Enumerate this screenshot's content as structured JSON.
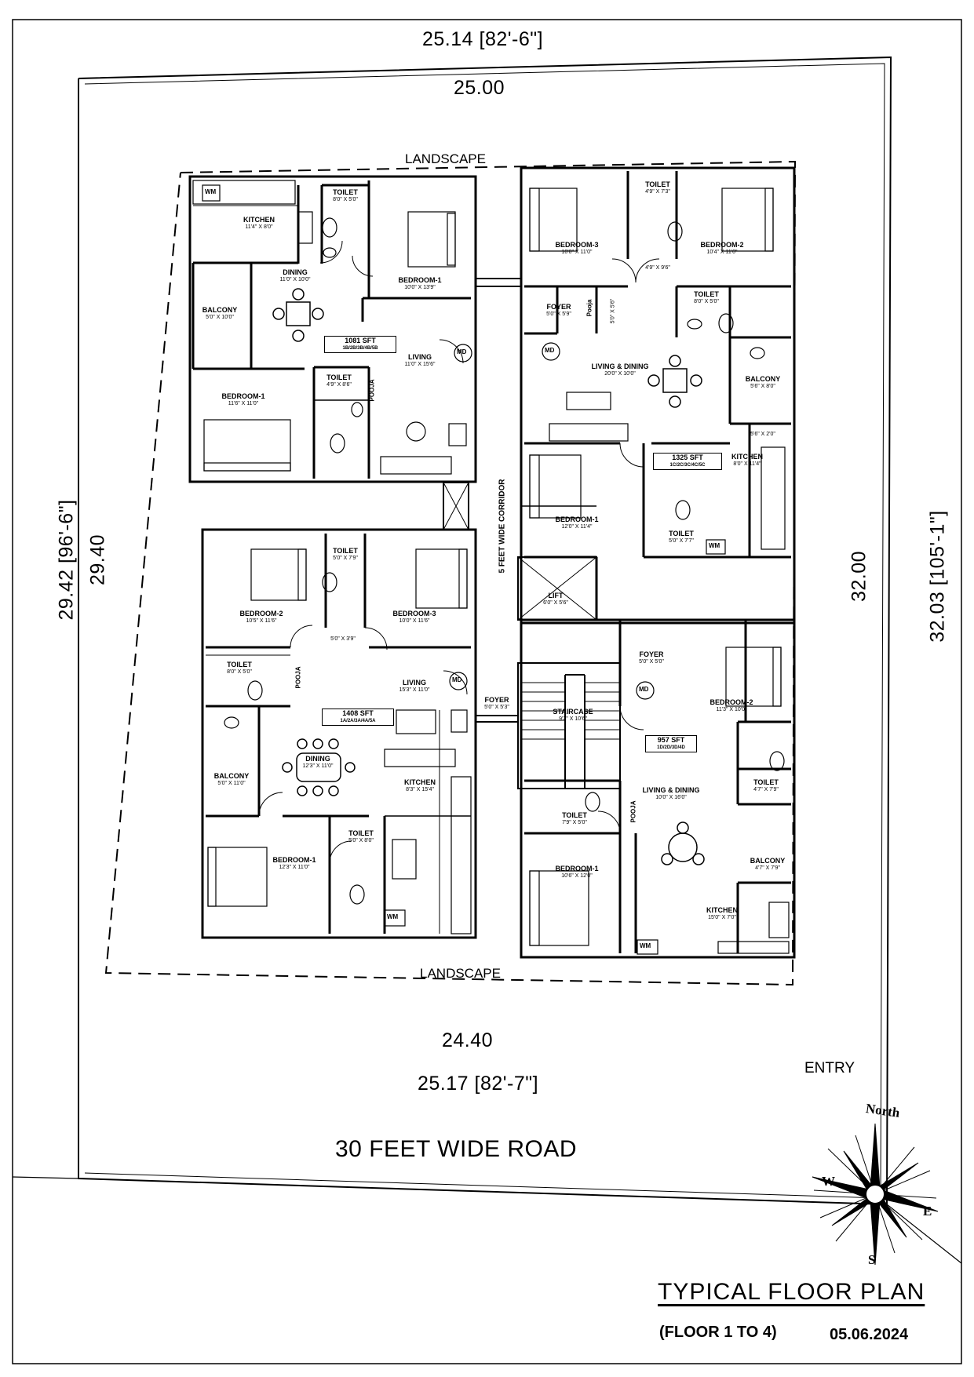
{
  "site": {
    "top_outer_dim": "25.14 [82'-6\"]",
    "top_inner_dim": "25.00",
    "bottom_inner_dim": "24.40",
    "bottom_outer_dim": "25.17 [82'-7\"]",
    "left_outer_dim": "29.42 [96'-6\"]",
    "left_inner_dim": "29.40",
    "right_inner_dim": "32.00",
    "right_outer_dim": "32.03 [105'-1\"]",
    "landscape_top": "LANDSCAPE",
    "landscape_bottom": "LANDSCAPE",
    "entry": "ENTRY",
    "road": "30 FEET WIDE ROAD",
    "corridor": "5 FEET WIDE CORRIDOR"
  },
  "compass": {
    "north": "North",
    "west": "W",
    "east": "E",
    "south": "S"
  },
  "title": {
    "main": "TYPICAL FLOOR PLAN",
    "floors": "(FLOOR 1 TO 4)",
    "date": "05.06.2024"
  },
  "units": {
    "b": {
      "area": "1081 SFT",
      "codes": "1B/2B/3B/4B/5B"
    },
    "c": {
      "area": "1325 SFT",
      "codes": "1C/2C/3C/4C/5C"
    },
    "a": {
      "area": "1408 SFT",
      "codes": "1A/2A/3A/4A/5A"
    },
    "d": {
      "area": "957 SFT",
      "codes": "1D/2D/3D/4D"
    }
  },
  "rooms": {
    "b_kitchen": {
      "name": "KITCHEN",
      "size": "11'4\" X 8'0\""
    },
    "b_toilet1": {
      "name": "TOILET",
      "size": "8'0\" X 5'0\""
    },
    "b_dining": {
      "name": "DINING",
      "size": "11'0\" X 10'0\""
    },
    "b_bed1": {
      "name": "BEDROOM-1",
      "size": "10'0\" X 13'9\""
    },
    "b_balcony": {
      "name": "BALCONY",
      "size": "5'0\" X 10'0\""
    },
    "b_living": {
      "name": "LIVING",
      "size": "11'0\" X 15'6\""
    },
    "b_toilet2": {
      "name": "TOILET",
      "size": "4'9\" X 8'6\""
    },
    "b_bed2": {
      "name": "BEDROOM-1",
      "size": "11'6\" X 11'0\""
    },
    "c_bed3": {
      "name": "BEDROOM-3",
      "size": "10'0\" X 11'0\""
    },
    "c_toilet1": {
      "name": "TOILET",
      "size": "4'9\" X 7'3\""
    },
    "c_bed2": {
      "name": "BEDROOM-2",
      "size": "10'4\" X 11'0\""
    },
    "c_lobby": {
      "size": "4'9\" X 9'6\""
    },
    "c_foyer": {
      "name": "FOYER",
      "size": "5'0\" X 5'9\""
    },
    "c_pooja": {
      "name": "Pooja",
      "size": "5'0\" X 5'6\""
    },
    "c_toilet2": {
      "name": "TOILET",
      "size": "8'0\" X 5'0\""
    },
    "c_living": {
      "name": "LIVING & DINING",
      "size": "20'0\" X 10'0\""
    },
    "c_balcony": {
      "name": "BALCONY",
      "size": "5'6\" X 8'0\""
    },
    "c_util": {
      "size": "5'6\" X 2'0\""
    },
    "c_kitchen": {
      "name": "KITCHEN",
      "size": "8'0\" X 11'4\""
    },
    "c_bed1": {
      "name": "BEDROOM-1",
      "size": "12'0\" X 11'4\""
    },
    "c_toilet3": {
      "name": "TOILET",
      "size": "5'0\" X 7'7\""
    },
    "lift": {
      "name": "LIFT",
      "size": "6'0\" X 5'6\""
    },
    "a_bed2": {
      "name": "BEDROOM-2",
      "size": "10'5\" X 11'6\""
    },
    "a_toilet1": {
      "name": "TOILET",
      "size": "5'0\" X 7'9\""
    },
    "a_bed3": {
      "name": "BEDROOM-3",
      "size": "10'0\" X 11'6\""
    },
    "a_lobby": {
      "size": "5'0\" X 3'9\""
    },
    "a_toilet2": {
      "name": "TOILET",
      "size": "8'0\" X 5'0\""
    },
    "a_pooja": {
      "name": "POOJA"
    },
    "a_living": {
      "name": "LIVING",
      "size": "15'3\" X 11'0\""
    },
    "a_dining": {
      "name": "DINING",
      "size": "12'3\" X 11'0\""
    },
    "a_balcony": {
      "name": "BALCONY",
      "size": "5'0\" X 11'0\""
    },
    "a_kitchen": {
      "name": "KITCHEN",
      "size": "8'3\" X 15'4\""
    },
    "a_toilet3": {
      "name": "TOILET",
      "size": "5'0\" X 8'0\""
    },
    "a_bed1": {
      "name": "BEDROOM-1",
      "size": "12'3\" X 11'0\""
    },
    "a_foyer": {
      "name": "FOYER",
      "size": "5'0\" X 5'3\""
    },
    "staircase": {
      "name": "STAIRCASE",
      "size": "9'3\" X 10'6\""
    },
    "d_foyer": {
      "name": "FOYER",
      "size": "5'0\" X 5'0\""
    },
    "d_bed2": {
      "name": "BEDROOM-2",
      "size": "11'3\" X 10'0\""
    },
    "d_toilet1": {
      "name": "TOILET",
      "size": "4'7\" X 7'9\""
    },
    "d_toilet2": {
      "name": "TOILET",
      "size": "7'9\" X 5'0\""
    },
    "d_living": {
      "name": "LIVING & DINING",
      "size": "10'0\" X 16'0\""
    },
    "d_balcony": {
      "name": "BALCONY",
      "size": "4'7\" X 7'9\""
    },
    "d_bed1": {
      "name": "BEDROOM-1",
      "size": "10'6\" X 12'0\""
    },
    "d_kitchen": {
      "name": "KITCHEN",
      "size": "15'0\" X 7'0\""
    },
    "d_pooja": {
      "name": "POOJA"
    }
  },
  "fixtures": {
    "wm": "WM",
    "md": "MD",
    "pooja_caps": "POOJA"
  }
}
